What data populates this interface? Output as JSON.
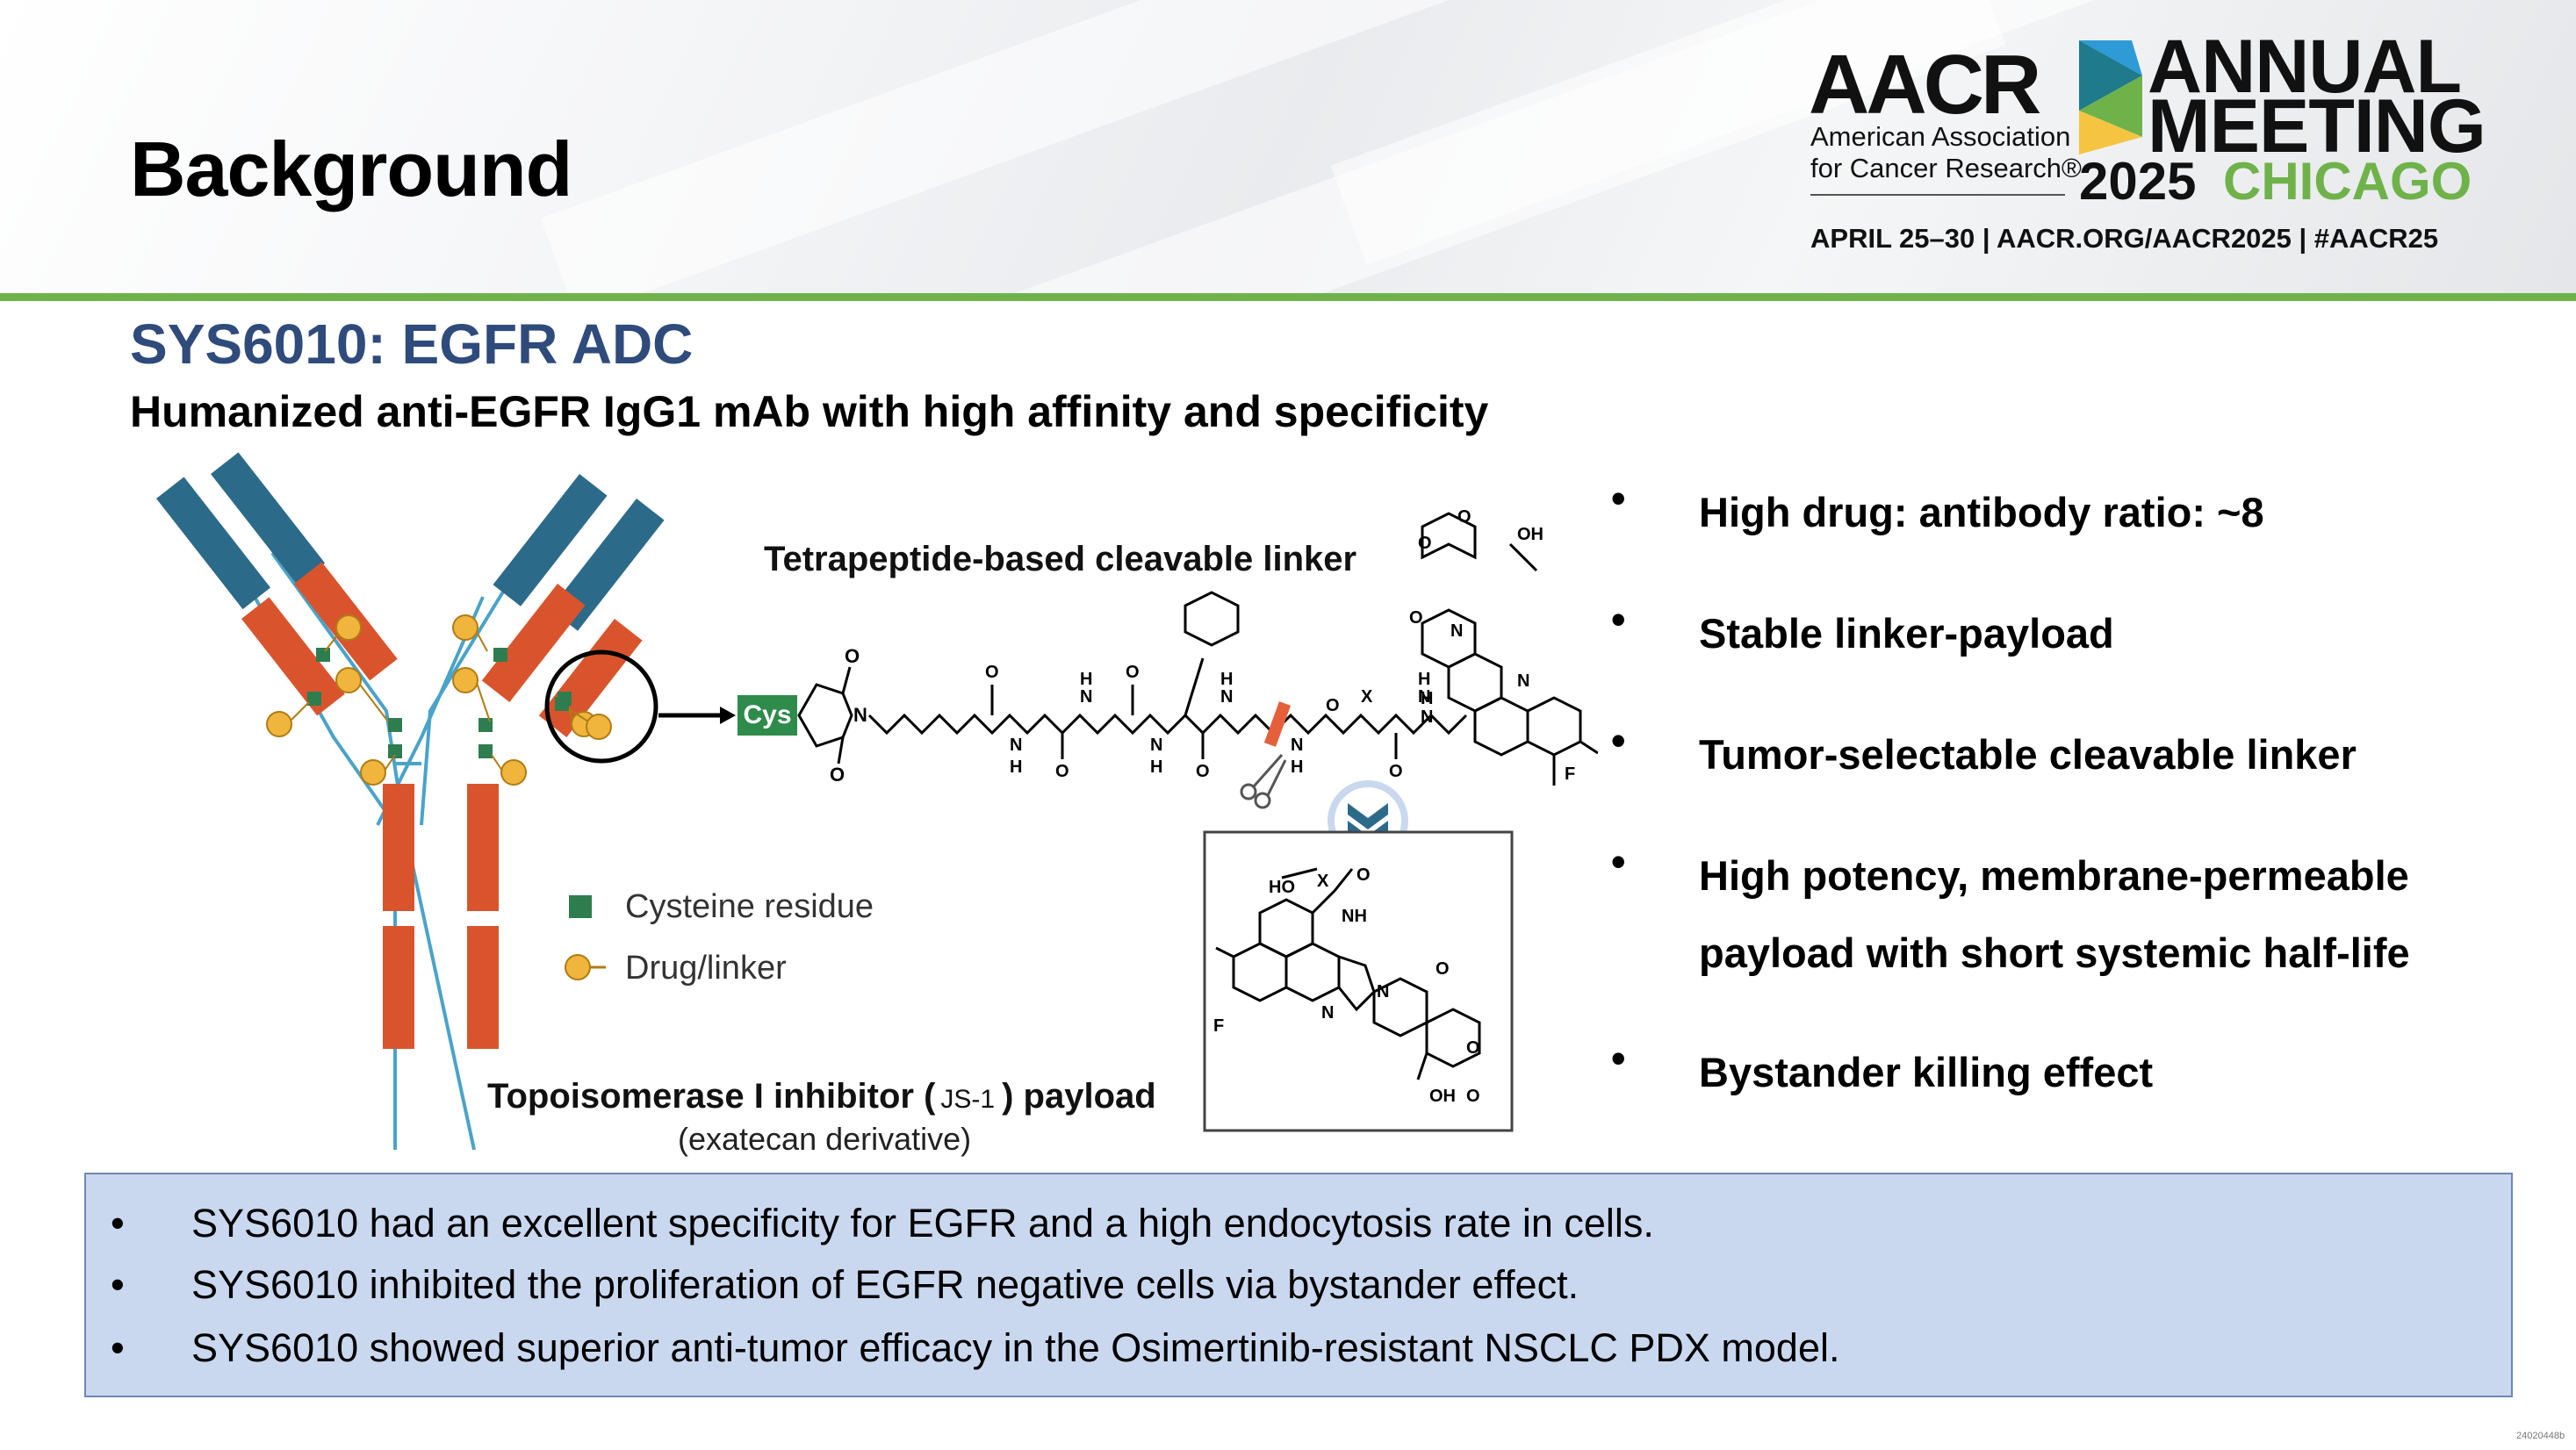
{
  "slide": {
    "title": "Background",
    "product_title": "SYS6010: EGFR ADC",
    "product_subtitle": "Humanized anti-EGFR IgG1 mAb with high affinity and specificity"
  },
  "logo": {
    "wordmark": "AACR",
    "org_line1": "American Association",
    "org_line2": "for Cancer Research®",
    "annual": "ANNUAL",
    "meeting": "MEETING",
    "year": "2025",
    "city": "CHICAGO",
    "dates_line": "APRIL 25–30  |  AACR.ORG/AACR2025  |  #AACR25",
    "colors": {
      "green": "#6fb24a",
      "blue": "#2e9bd6",
      "yellow": "#f5c542",
      "teal": "#1f7a8c"
    }
  },
  "figure": {
    "linker_label": "Tetrapeptide-based cleavable linker",
    "cys_label": "Cys",
    "legend_cysteine": "Cysteine residue",
    "legend_drug": "Drug/linker",
    "payload_label_part1": "Topoisomerase I inhibitor (",
    "payload_label_code": "JS-1",
    "payload_label_part2": ") payload",
    "payload_sub": "(exatecan derivative)",
    "atoms": {
      "O": "O",
      "N": "N",
      "H": "H",
      "OH": "OH",
      "HO": "HO",
      "NH": "NH",
      "F": "F",
      "X": "X"
    },
    "colors": {
      "heavy_chain": "#d9542c",
      "variable": "#2c6a8a",
      "cysteine": "#2e7d4f",
      "drug": "#f0b53c",
      "cys_box": "#2e8b4a"
    }
  },
  "features": [
    "High drug: antibody ratio: ~8",
    "Stable linker-payload",
    "Tumor-selectable cleavable linker",
    "High potency, membrane-permeable payload with short systemic half-life",
    "Bystander killing effect"
  ],
  "summary": [
    "SYS6010 had an excellent specificity for EGFR and a high endocytosis rate in cells.",
    "SYS6010 inhibited the proliferation of EGFR negative cells via bystander effect.",
    "SYS6010 showed superior anti-tumor efficacy in the Osimertinib-resistant NSCLC PDX model."
  ],
  "bullet_symbol": "•",
  "footer_code": "24020448b"
}
